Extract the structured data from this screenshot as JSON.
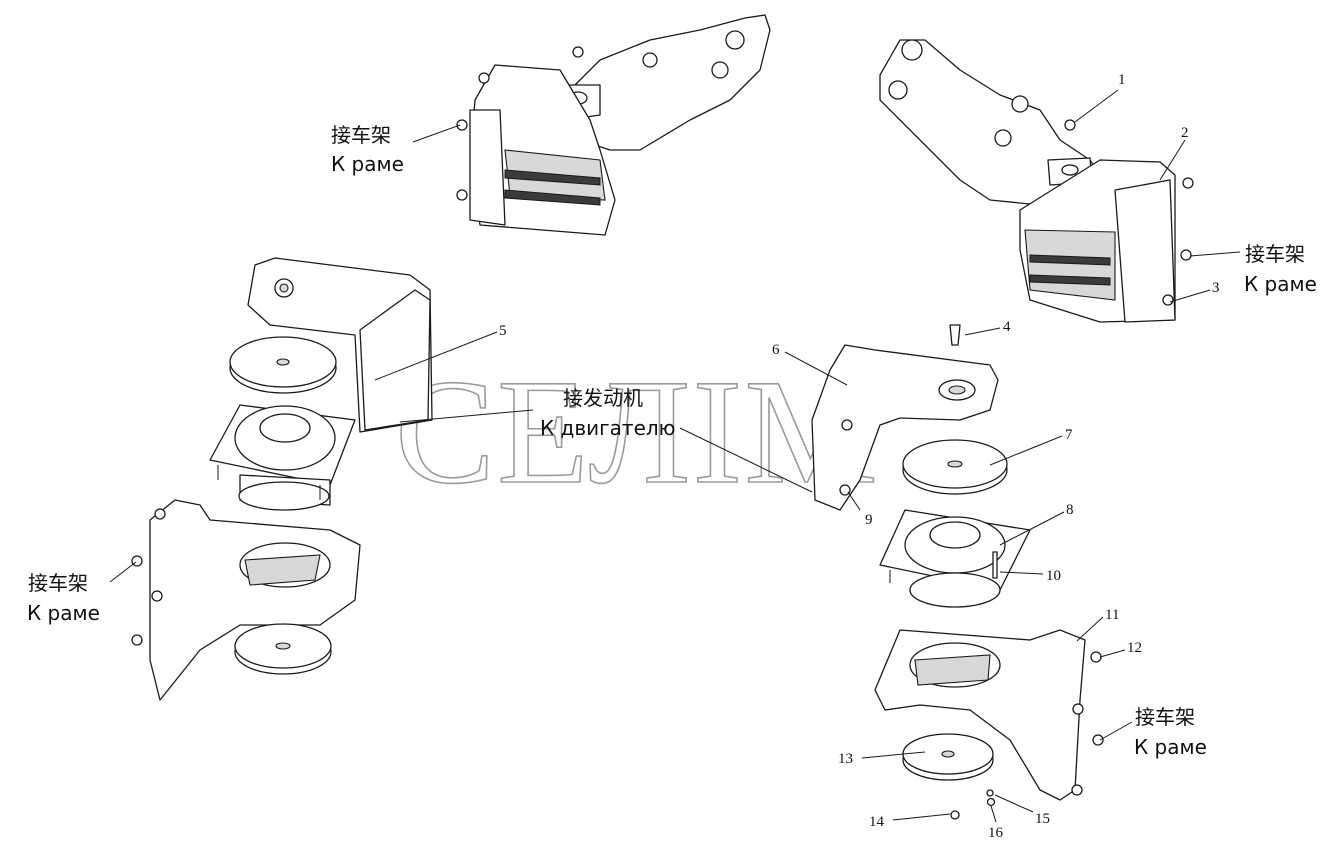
{
  "watermark": "СЕЛІМ",
  "labels": {
    "frame_cn": "接车架",
    "frame_ru": "К раме",
    "engine_cn": "接发动机",
    "engine_ru": "К двигателю"
  },
  "callouts": [
    "1",
    "2",
    "3",
    "4",
    "5",
    "6",
    "7",
    "8",
    "9",
    "10",
    "11",
    "12",
    "13",
    "14",
    "15",
    "16"
  ]
}
